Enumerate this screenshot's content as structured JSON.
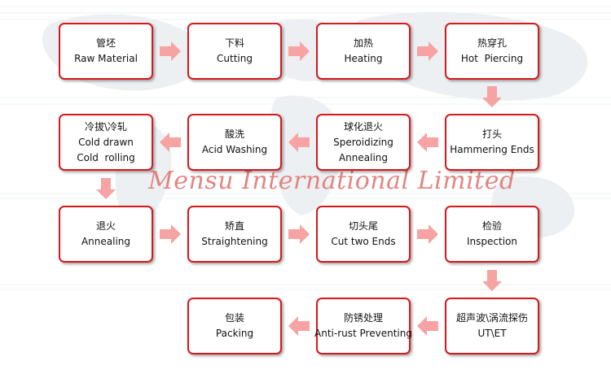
{
  "steps": [
    {
      "id": "raw-material",
      "cn": "管坯",
      "en": "Raw Material"
    },
    {
      "id": "cutting",
      "cn": "下料",
      "en": "Cutting"
    },
    {
      "id": "heating",
      "cn": "加热",
      "en": "Heating"
    },
    {
      "id": "hot-piercing",
      "cn": "热穿孔",
      "en": "Hot  Piercing"
    },
    {
      "id": "hammering-ends",
      "cn": "打头",
      "en": "Hammering Ends"
    },
    {
      "id": "speroidizing-annealing",
      "cn": "球化退火",
      "en": "Speroidizing\nAnnealing"
    },
    {
      "id": "acid-washing",
      "cn": "酸洗",
      "en": "Acid Washing"
    },
    {
      "id": "cold-drawn-rolling",
      "cn": "冷拔\\冷轧",
      "en": "Cold drawn\nCold  rolling"
    },
    {
      "id": "annealing",
      "cn": "退火",
      "en": "Annealing"
    },
    {
      "id": "straightening",
      "cn": "矫直",
      "en": "Straightening"
    },
    {
      "id": "cut-two-ends",
      "cn": "切头尾",
      "en": "Cut two Ends"
    },
    {
      "id": "inspection",
      "cn": "检验",
      "en": "Inspection"
    },
    {
      "id": "ut-et",
      "cn": "超声波\\涡流探伤",
      "en": "UT\\ET"
    },
    {
      "id": "anti-rust-preventing",
      "cn": "防锈处理",
      "en": "Anti-rust Preventing"
    },
    {
      "id": "packing",
      "cn": "包装",
      "en": "Packing"
    }
  ],
  "watermark": "Mensu International Limited",
  "colors": {
    "border": "#d7191c",
    "arrow": "#f7a3a3",
    "watermark": "#e07b78"
  }
}
